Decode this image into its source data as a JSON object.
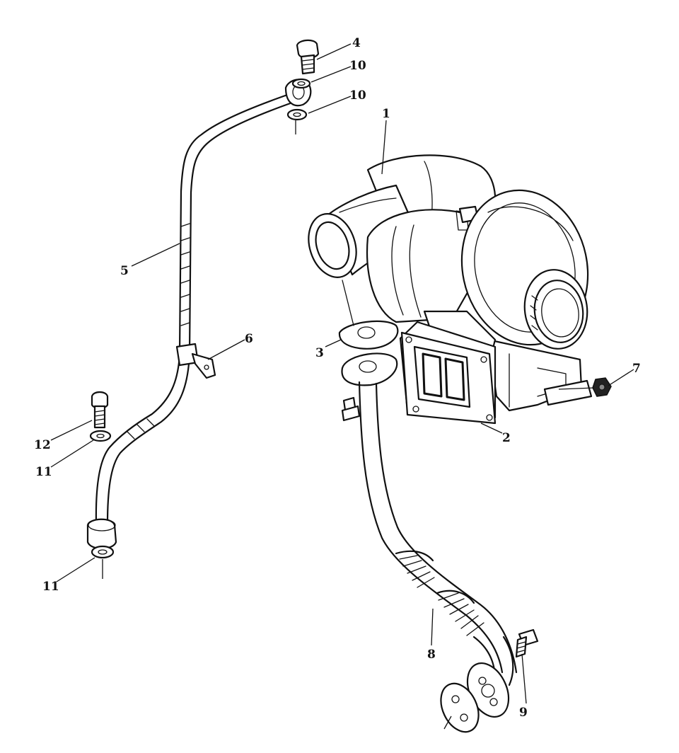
{
  "callouts": [
    {
      "id": "1",
      "label": "1"
    },
    {
      "id": "2",
      "label": "2"
    },
    {
      "id": "3",
      "label": "3"
    },
    {
      "id": "4",
      "label": "4"
    },
    {
      "id": "5",
      "label": "5"
    },
    {
      "id": "6",
      "label": "6"
    },
    {
      "id": "7",
      "label": "7"
    },
    {
      "id": "8",
      "label": "8"
    },
    {
      "id": "9",
      "label": "9"
    },
    {
      "id": "10a",
      "label": "10"
    },
    {
      "id": "10b",
      "label": "10"
    },
    {
      "id": "11a",
      "label": "11"
    },
    {
      "id": "11b",
      "label": "11"
    },
    {
      "id": "12",
      "label": "12"
    }
  ],
  "colors": {
    "ink": "#111111",
    "background": "#ffffff"
  }
}
